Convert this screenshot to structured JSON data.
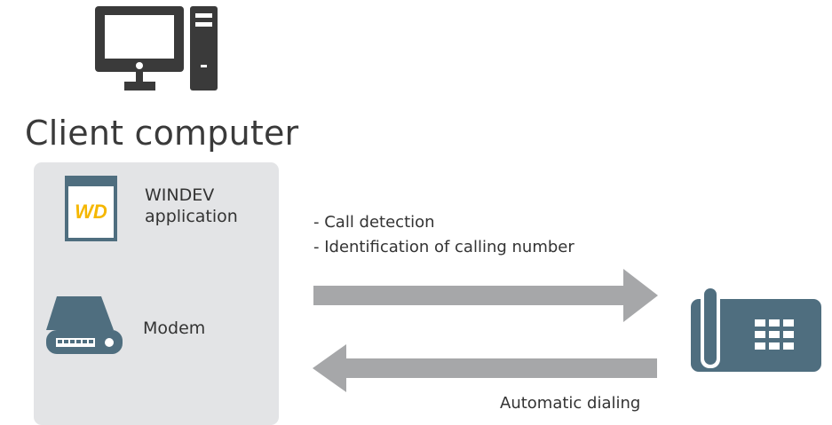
{
  "client": {
    "title": "Client computer"
  },
  "app": {
    "line1": "WINDEV",
    "line2": "application",
    "logo_text": "WD"
  },
  "modem": {
    "label": "Modem"
  },
  "features": {
    "call_detection": "- Call detection",
    "identification": "- Identification of calling number"
  },
  "dialing": {
    "label": "Automatic dialing"
  },
  "colors": {
    "icon_dark": "#3a3a3a",
    "box_bg": "#e3e4e6",
    "arrow": "#a6a7a9",
    "device": "#4f6e7f",
    "logo": "#f5b700"
  },
  "icons": [
    "desktop-computer-icon",
    "windev-app-icon",
    "modem-icon",
    "office-phone-icon",
    "arrow-right-icon",
    "arrow-left-icon"
  ]
}
